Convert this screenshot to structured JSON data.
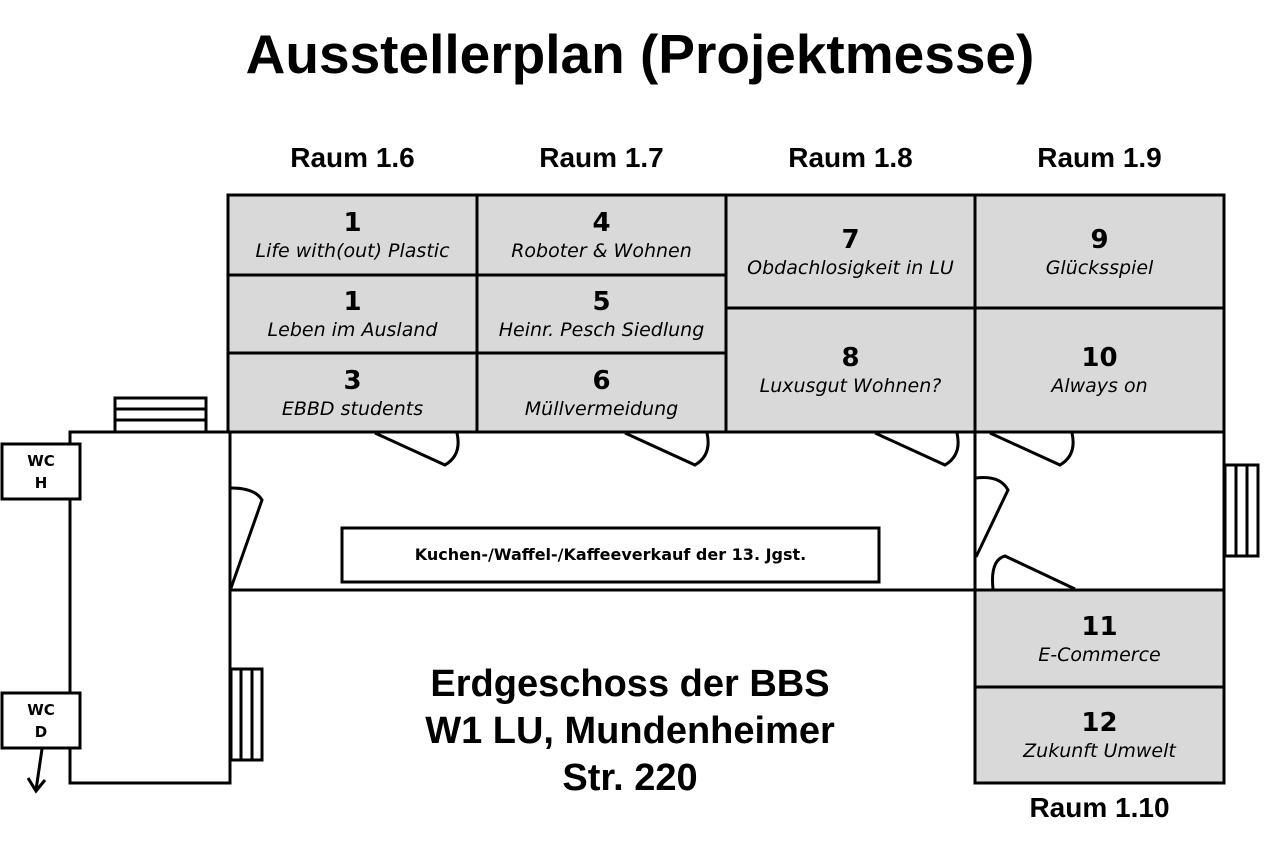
{
  "title": "Ausstellerplan (Projektmesse)",
  "rooms": {
    "r16": "Raum 1.6",
    "r17": "Raum 1.7",
    "r18": "Raum 1.8",
    "r19": "Raum 1.9",
    "r110": "Raum 1.10"
  },
  "stands": [
    {
      "num": "1",
      "name": "Life with(out) Plastic"
    },
    {
      "num": "1",
      "name": "Leben im Ausland"
    },
    {
      "num": "3",
      "name": "EBBD students"
    },
    {
      "num": "4",
      "name": "Roboter & Wohnen"
    },
    {
      "num": "5",
      "name": "Heinr. Pesch Siedlung"
    },
    {
      "num": "6",
      "name": "Müllvermeidung"
    },
    {
      "num": "7",
      "name": "Obdachlosigkeit in LU"
    },
    {
      "num": "8",
      "name": "Luxusgut Wohnen?"
    },
    {
      "num": "9",
      "name": "Glücksspiel"
    },
    {
      "num": "10",
      "name": "Always on"
    },
    {
      "num": "11",
      "name": "E-Commerce"
    },
    {
      "num": "12",
      "name": "Zukunft Umwelt"
    }
  ],
  "wc": {
    "h1": "WC",
    "h2": "H",
    "d1": "WC",
    "d2": "D"
  },
  "corridor_label": "Kuchen-/Waffel-/Kaffeeverkauf der 13. Jgst.",
  "floor_label": [
    "Erdgeschoss der BBS",
    "W1 LU, Mundenheimer",
    "Str. 220"
  ],
  "colors": {
    "room_fill": "#d9d9d9",
    "line": "#000000"
  }
}
